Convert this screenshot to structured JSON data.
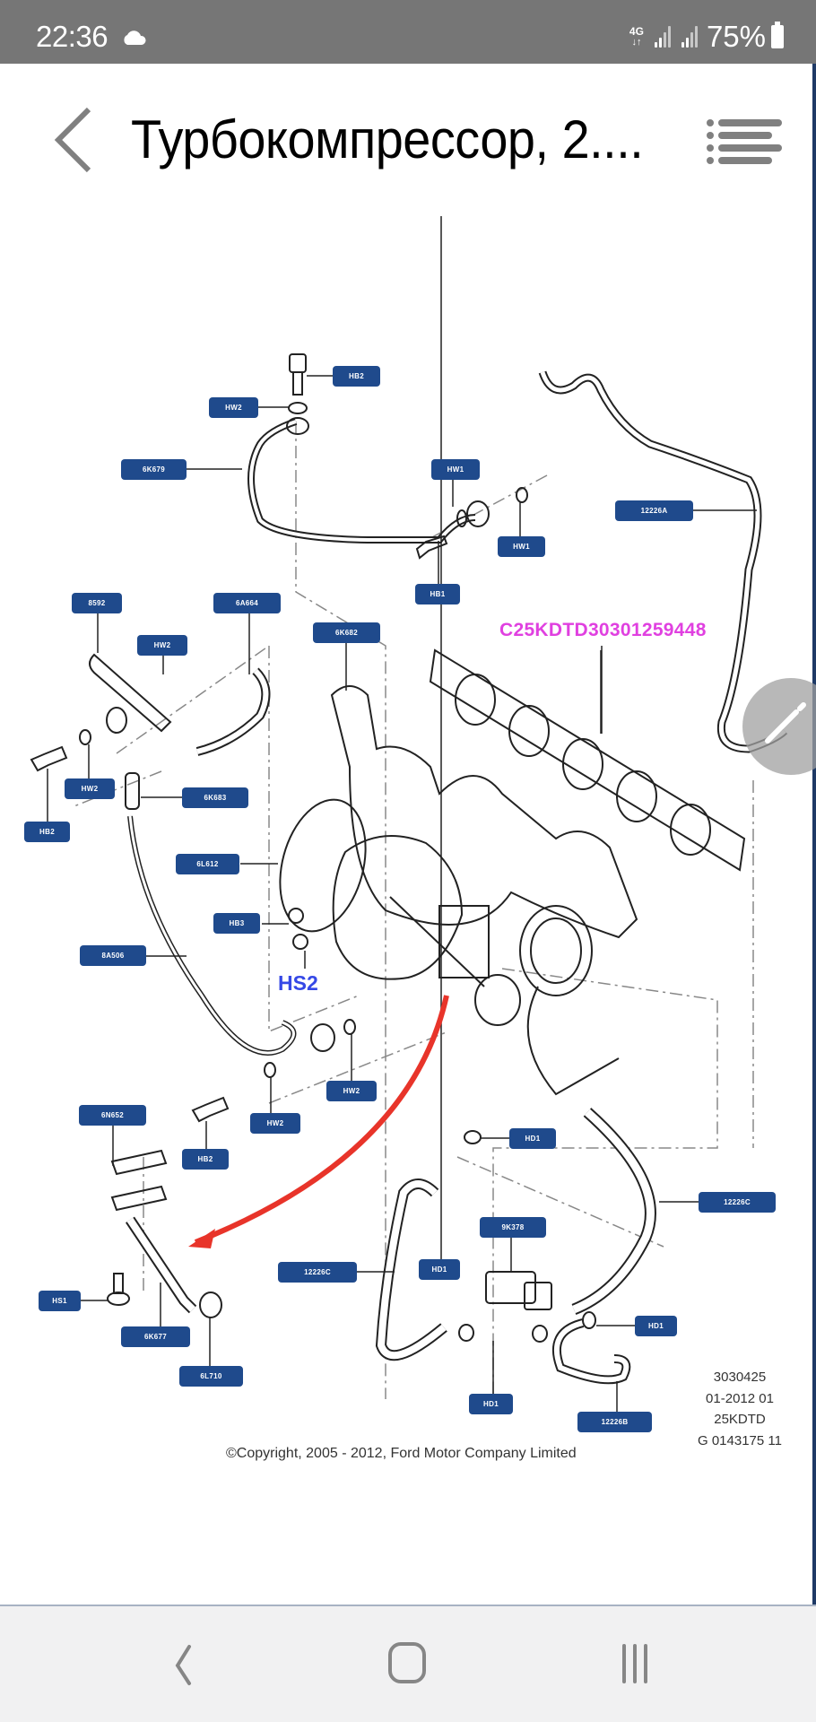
{
  "status_bar": {
    "time": "22:36",
    "weather_icon": "cloud-icon",
    "network_type": "4G",
    "battery_percent": "75%"
  },
  "app_bar": {
    "title": "Турбокомпрессор, 2....",
    "back_icon": "chevron-left-icon",
    "menu_icon": "list-menu-icon"
  },
  "diagram": {
    "engine_code": "C25KDTD30301259448",
    "hs2_annotation": "HS2",
    "labels": [
      {
        "id": "HB2"
      },
      {
        "id": "HW2"
      },
      {
        "id": "6K679"
      },
      {
        "id": "HW1"
      },
      {
        "id": "HW1"
      },
      {
        "id": "HB1"
      },
      {
        "id": "12226A"
      },
      {
        "id": "8592"
      },
      {
        "id": "6A664"
      },
      {
        "id": "HW2"
      },
      {
        "id": "6K682"
      },
      {
        "id": "HW2"
      },
      {
        "id": "HB2"
      },
      {
        "id": "6K683"
      },
      {
        "id": "6L612"
      },
      {
        "id": "HB3"
      },
      {
        "id": "8A506"
      },
      {
        "id": "HW2"
      },
      {
        "id": "HW2"
      },
      {
        "id": "HB2"
      },
      {
        "id": "6N652"
      },
      {
        "id": "HD1"
      },
      {
        "id": "12226C"
      },
      {
        "id": "9K378"
      },
      {
        "id": "12226C"
      },
      {
        "id": "HD1"
      },
      {
        "id": "HD1"
      },
      {
        "id": "HS1"
      },
      {
        "id": "6K677"
      },
      {
        "id": "6L710"
      },
      {
        "id": "HD1"
      },
      {
        "id": "12226B"
      }
    ],
    "reference": [
      "3030425",
      "01-2012 01",
      "25KDTD",
      "G 0143175 11"
    ],
    "copyright": "©Copyright, 2005 - 2012, Ford Motor Company Limited",
    "annotation_arrow_color": "#e8342a",
    "label_color": "#1f4a8c"
  },
  "fab": {
    "icon": "pencil-icon"
  },
  "nav_bar": {
    "back_icon": "nav-back-icon",
    "home_icon": "nav-home-icon",
    "recents_icon": "nav-recents-icon"
  }
}
